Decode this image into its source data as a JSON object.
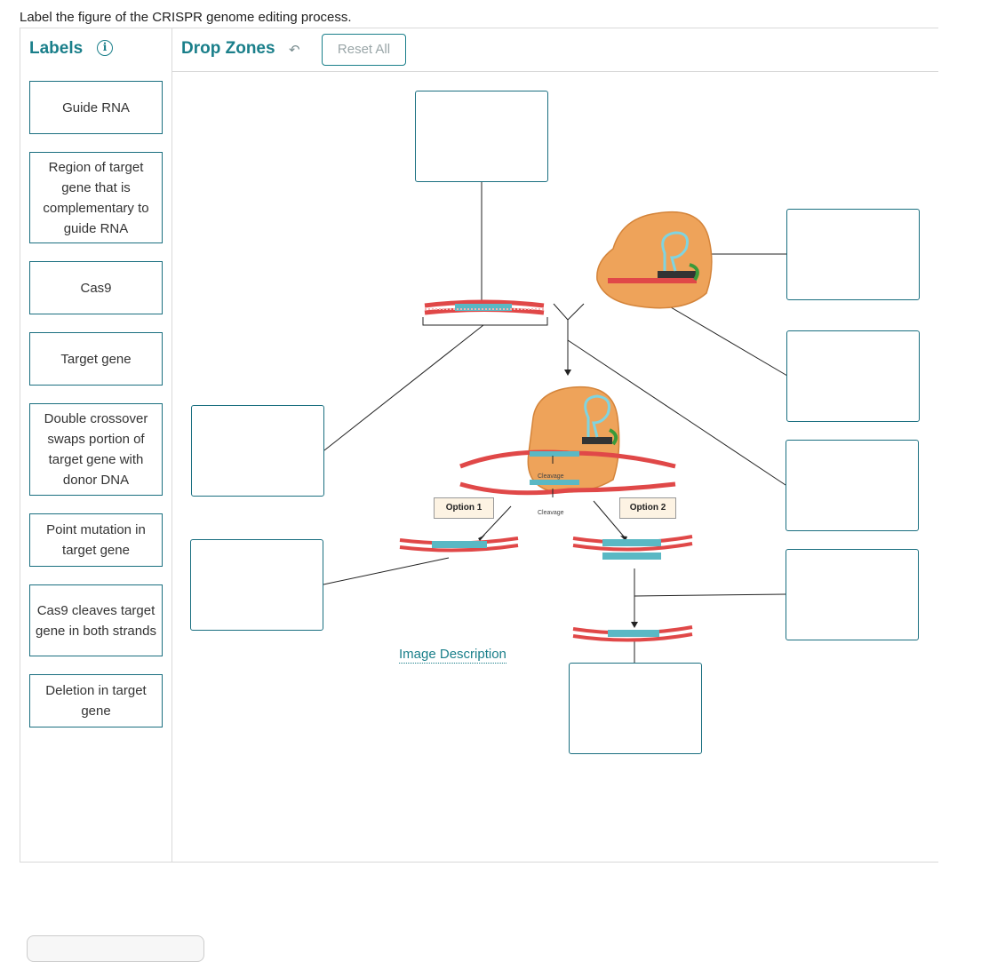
{
  "instruction": "Label the figure of the CRISPR genome editing process.",
  "labels_panel": {
    "heading": "Labels",
    "info_icon": "info-icon"
  },
  "drop_zones_panel": {
    "heading": "Drop Zones",
    "undo_icon": "undo-icon",
    "reset_label": "Reset All"
  },
  "labels": [
    "Guide RNA",
    "Region of target gene that is complementary to guide RNA",
    "Cas9",
    "Target gene",
    "Double crossover swaps portion of target gene with donor DNA",
    "Point mutation in target gene",
    "Cas9 cleaves target gene in both strands",
    "Deletion in target gene"
  ],
  "diagram": {
    "option1": "Option 1",
    "option2": "Option 2",
    "cleavage_top": "Cleavage",
    "cleavage_bottom": "Cleavage",
    "image_description_link": "Image Description"
  },
  "colors": {
    "accent": "#1a7f8a",
    "cas9": "#eea35a",
    "dna_red": "#e04848",
    "dna_teal": "#5ab8c4"
  }
}
